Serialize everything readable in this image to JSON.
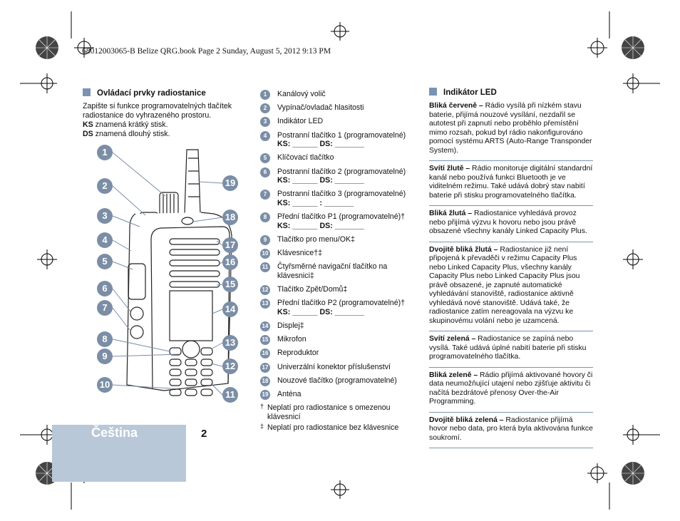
{
  "header": "68012003065-B Belize QRG.book  Page 2  Sunday, August 5, 2012  9:13 PM",
  "controls": {
    "title": "Ovládací prvky radiostanice",
    "intro": "Zapište si funkce programovatelných tlačítek radiostanice do vyhrazeného prostoru.",
    "ks_label": "KS",
    "ks_text": " znamená krátký stisk.",
    "ds_label": "DS",
    "ds_text": " znamená dlouhý stisk."
  },
  "legend": [
    {
      "n": "1",
      "text": "Kanálový volič"
    },
    {
      "n": "2",
      "text": "Vypínač/ovladač hlasitosti"
    },
    {
      "n": "3",
      "text": "Indikátor LED"
    },
    {
      "n": "4",
      "text": "Postranní tlačítko 1 (programovatelné)",
      "fill": "KS: ______ DS: _______"
    },
    {
      "n": "5",
      "text": "Klíčovací tlačítko"
    },
    {
      "n": "6",
      "text": "Postranní tlačítko 2 (programovatelné)",
      "fill": "KS: ______ DS: _______"
    },
    {
      "n": "7",
      "text": "Postranní tlačítko 3 (programovatelné)",
      "fill": "KS: ______ : _______"
    },
    {
      "n": "8",
      "text": "Přední tlačítko P1 (programovatelné)†",
      "fill": "KS: ______ DS: _______"
    },
    {
      "n": "9",
      "text": "Tlačítko pro menu/OK‡"
    },
    {
      "n": "10",
      "text": "Klávesnice†‡"
    },
    {
      "n": "11",
      "text": "Čtyřsměrné navigační tlačítko na klávesnici‡"
    },
    {
      "n": "12",
      "text": "Tlačítko Zpět/Domů‡"
    },
    {
      "n": "13",
      "text": "Přední tlačítko P2 (programovatelné)†",
      "fill": "KS: ______ DS: _______"
    },
    {
      "n": "14",
      "text": "Displej‡"
    },
    {
      "n": "15",
      "text": "Mikrofon"
    },
    {
      "n": "16",
      "text": "Reproduktor"
    },
    {
      "n": "17",
      "text": "Univerzální konektor příslušenství"
    },
    {
      "n": "18",
      "text": "Nouzové tlačítko (programovatelné)"
    },
    {
      "n": "19",
      "text": "Anténa"
    }
  ],
  "footnotes": [
    {
      "mark": "†",
      "text": "Neplatí pro radiostanice s omezenou klávesnicí"
    },
    {
      "mark": "‡",
      "text": "Neplatí pro radiostanice bez klávesnice"
    }
  ],
  "led": {
    "title": "Indikátor LED",
    "items": [
      {
        "label": "Bliká červeně –",
        "text": " Rádio vysílá při nízkém stavu baterie, přijímá nouzové vysílání, nezdařil se autotest při zapnutí nebo proběhlo přemístění mimo rozsah, pokud byl rádio nakonfigurováno pomocí systému ARTS (Auto-Range Transponder System)."
      },
      {
        "label": "Svítí žlutě –",
        "text": " Rádio monitoruje digitální standardní kanál nebo používá funkci Bluetooth je ve viditelném režimu. Také udává dobrý stav nabití baterie při stisku programovatelného tlačítka."
      },
      {
        "label": "Bliká žlutá –",
        "text": " Radiostanice vyhledává provoz nebo přijímá výzvu k hovoru nebo jsou právě obsazené všechny kanály Linked Capacity Plus."
      },
      {
        "label": "Dvojitě bliká žlutá –",
        "text": " Radiostanice již není připojená k převaděči v režimu Capacity Plus nebo Linked Capacity Plus, všechny kanály Capacity Plus nebo Linked Capacity Plus jsou právě obsazené, je zapnuté automatické vyhledávání stanoviště, radiostanice aktivně vyhledává nové stanoviště. Udává také, že radiostanice zatím nereagovala na výzvu ke skupinovému volání nebo je uzamcená."
      },
      {
        "label": "Svítí zelená –",
        "text": " Radiostanice se zapíná nebo vysílá. Také udává úplné nabití baterie při stisku programovatelného tlačítka."
      },
      {
        "label": "Bliká zeleně –",
        "text": " Rádio přijímá aktivované hovory či data neumožňující utajení nebo zjišťuje aktivitu či načítá bezdrátové přenosy Over-the-Air Programming."
      },
      {
        "label": "Dvojitě bliká zelená –",
        "text": " Radiostanice přijímá hovor nebo data, pro která byla aktivována funkce soukromí."
      }
    ]
  },
  "footer": {
    "language": "Čeština",
    "page": "2"
  },
  "colors": {
    "accent": "#7b8ea6",
    "tab": "#b9c8d8",
    "square": "#7a93b3"
  }
}
